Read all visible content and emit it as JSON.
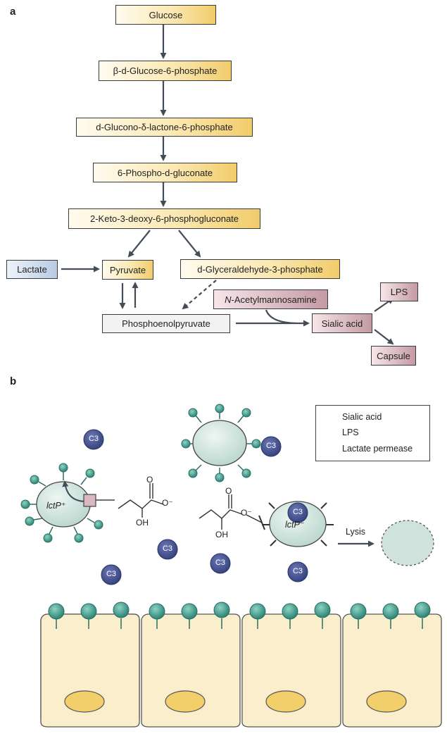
{
  "panel_a": {
    "label": "a",
    "nodes": {
      "glucose": "Glucose",
      "bdg6p": "β-d-Glucose-6-phosphate",
      "gdl6p": "d-Glucono-δ-lactone-6-phosphate",
      "p6g": "6-Phospho-d-gluconate",
      "kdpg": "2-Keto-3-deoxy-6-phosphogluconate",
      "lactate": "Lactate",
      "pyruvate": "Pyruvate",
      "g3p": "d-Glyceraldehyde-3-phosphate",
      "pep": "Phosphoenolpyruvate",
      "manac": "N-Acetylmannosamine",
      "sialic": "Sialic acid",
      "lps": "LPS",
      "capsule": "Capsule"
    }
  },
  "panel_b": {
    "label": "b",
    "legend": {
      "sialic": "Sialic acid",
      "lps": "LPS",
      "permease": "Lactate permease"
    },
    "c3": "C3",
    "lysis": "Lysis",
    "lct_plus": "lctP⁺",
    "lct_minus": "lctP⁻",
    "oh": "OH",
    "o": "O",
    "o_minus": "O⁻"
  },
  "colors": {
    "sialic_fill": "#2f8f7f",
    "bacterium_fill": "#cfe2dc",
    "c3_fill": "#3d4a86",
    "permease_fill": "#d9b8c0",
    "epithelium_fill": "#fbeecd",
    "nucleus_fill": "#f2cf6a"
  }
}
